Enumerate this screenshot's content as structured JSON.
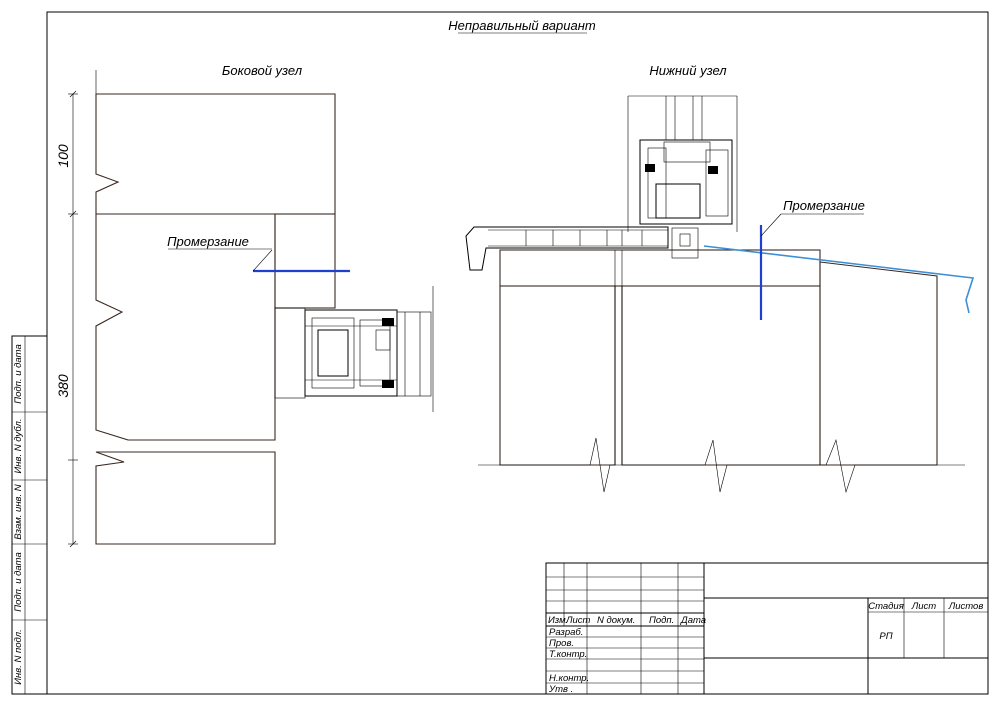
{
  "drawing": {
    "title": "Неправильный вариант",
    "side_node_title": "Боковой узел",
    "bottom_node_title": "Нижний узел",
    "freezing_label_side": "Промерзание",
    "freezing_label_bottom": "Промерзание",
    "dim_top": "100",
    "dim_main": "380"
  },
  "side_strip": {
    "labels": [
      "Подп. и дата",
      "Инв. N дубл.",
      "Взам. инв. N",
      "Подп. и дата",
      "Инв. N подл."
    ]
  },
  "title_block": {
    "col_headers": [
      "Изм.",
      "Лист",
      "N докум.",
      "Подп.",
      "Дата"
    ],
    "roles": [
      "Разраб.",
      "Пров.",
      "Т.контр.",
      "",
      "Н.контр.",
      "Утв ."
    ],
    "stage_headers": [
      "Стадия",
      "Лист",
      "Листов"
    ],
    "stage_value": "РП"
  },
  "colors": {
    "line": "#000000",
    "wall_outline": "#3a2a22",
    "freezing_line": "#1f3fd1",
    "flashing": "#3a8fd8",
    "hatch": "#555555"
  }
}
